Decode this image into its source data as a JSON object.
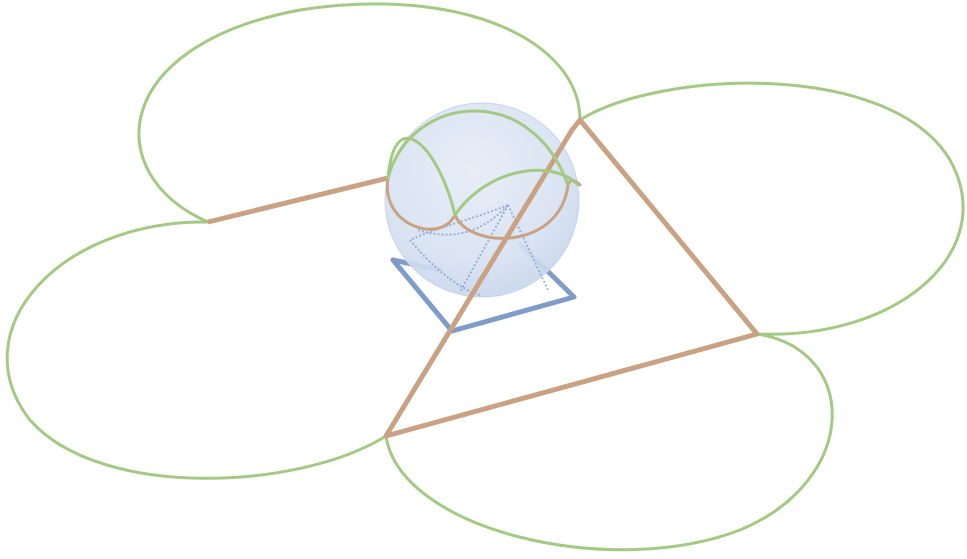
{
  "colors": {
    "background": "#ffffff",
    "lobe_outline": "#a3c983",
    "square_outline": "#c9a283",
    "sphere_fill": "#dbe4f3",
    "sphere_edge": "#c7d4ec",
    "small_square": "#7f9cc8",
    "inner_lines": "#8aa3cc"
  },
  "icons": {
    "lobes": "lobe-curve",
    "square": "diamond-square",
    "sphere": "shaded-sphere"
  }
}
